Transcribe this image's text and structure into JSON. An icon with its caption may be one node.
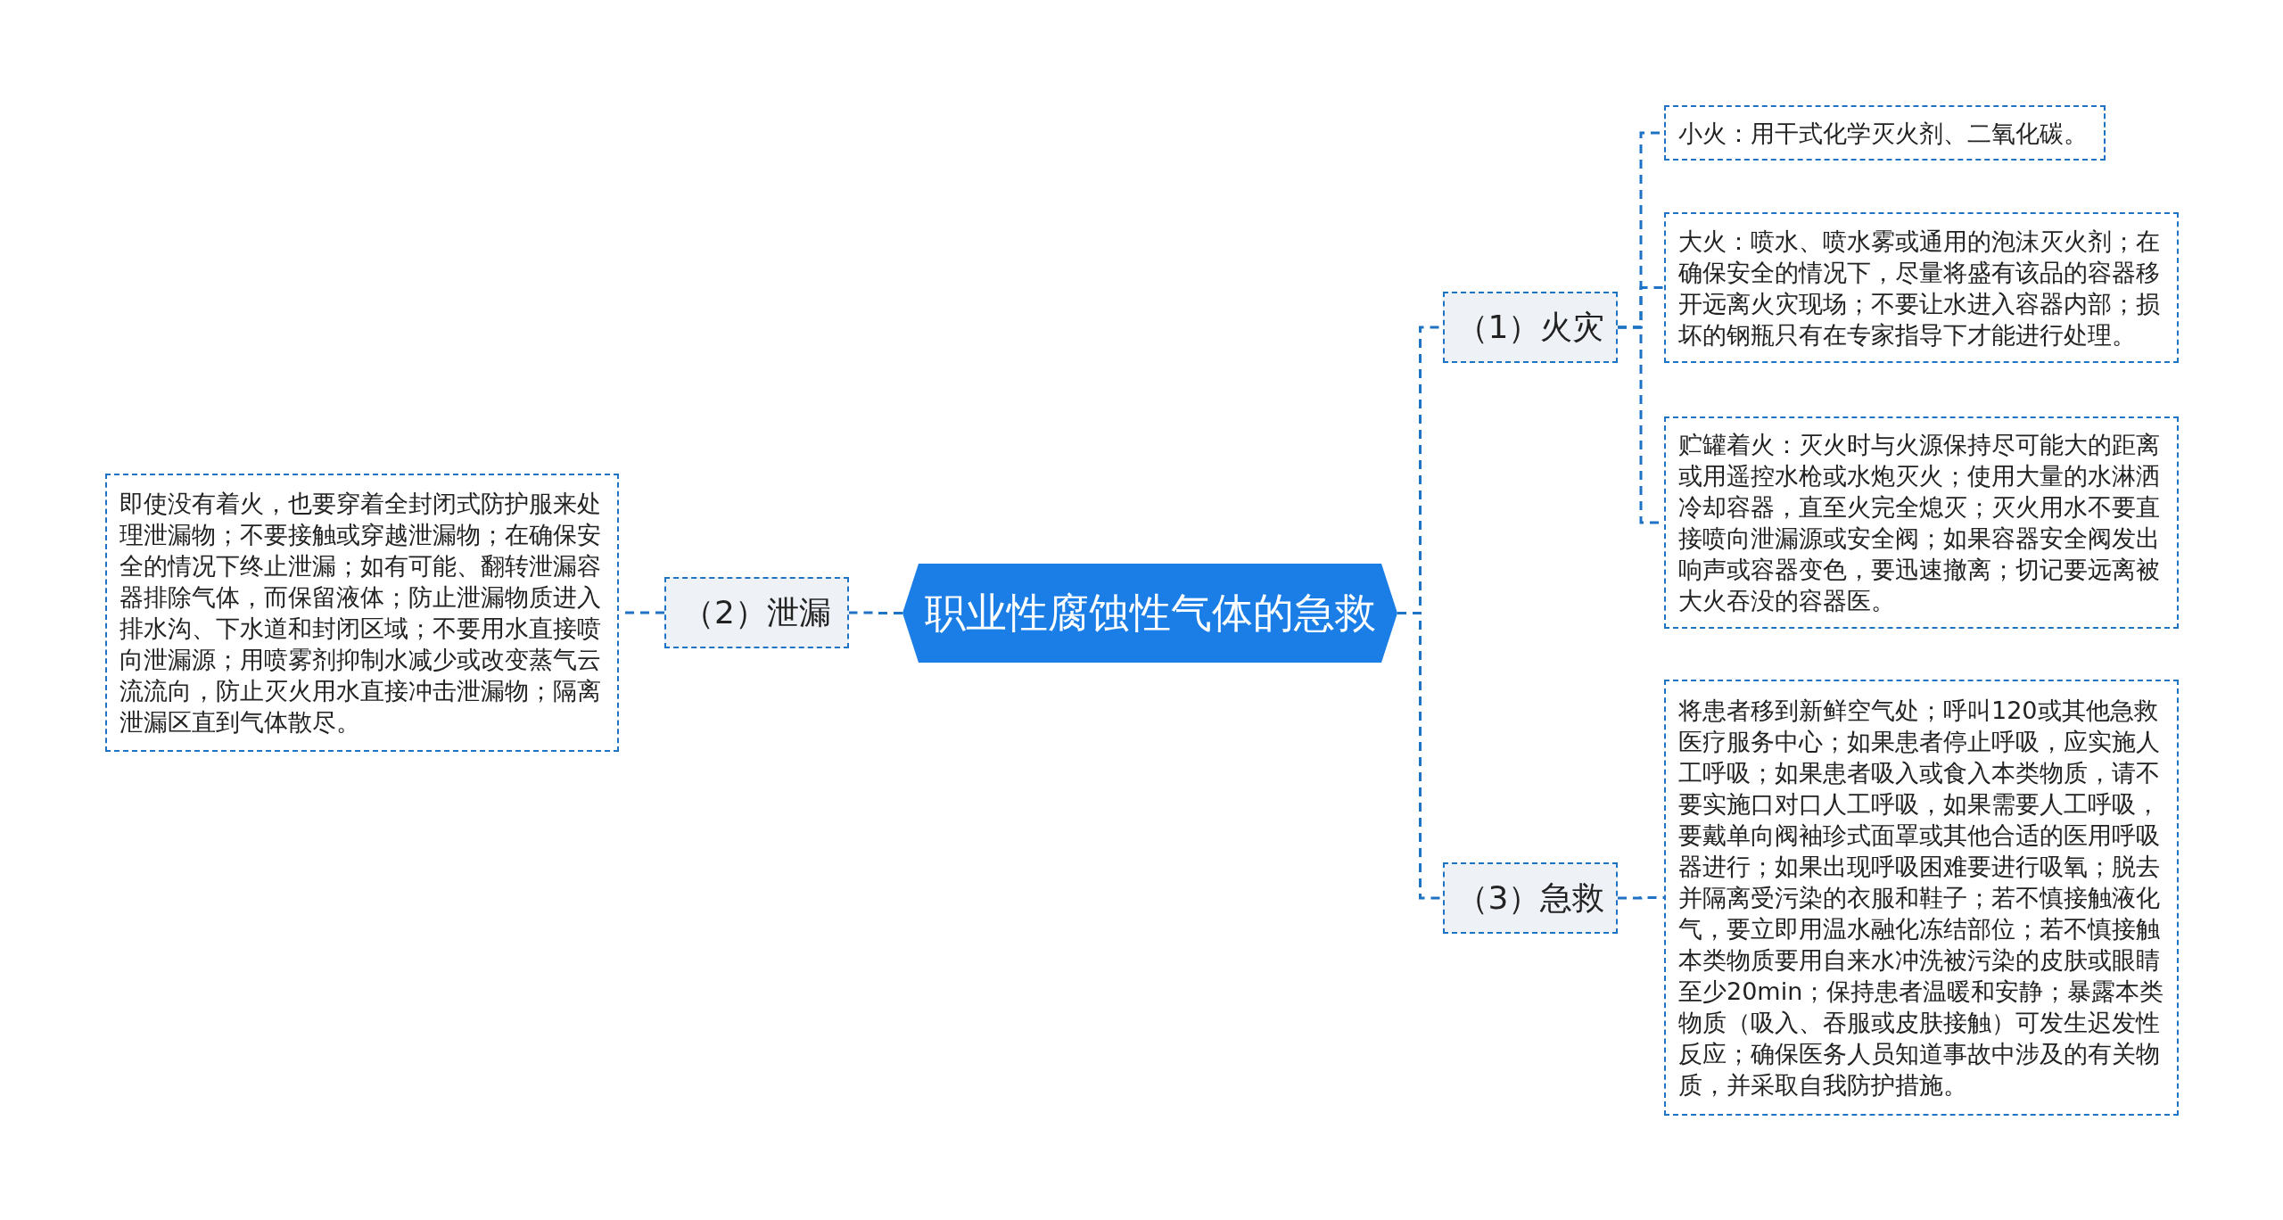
{
  "diagram": {
    "nodes": [
      {
        "text": [
          "职业性腐蚀性气体的急救"
        ]
      },
      {
        "text": [
          "（1）火灾"
        ]
      },
      {
        "text": [
          "小火：用干式化学灭火剂、二氧化碳。"
        ]
      },
      {
        "text": [
          "大火：喷水、喷水雾或通用的泡沫灭火剂；在确保安全的情况下，尽量将盛有该品的容器移开远离火灾现场；不要让水进入容器内部；损坏的钢瓶只有在专家指导下才能进行处理。"
        ]
      },
      {
        "text": [
          "贮罐着火：灭火时与火源保持尽可能大的距离或用遥控水枪或水炮灭火；使用大量的水淋洒冷却容器，直至火完全熄灭；灭火用水不要直接喷向泄漏源或安全阀；如果容器安全阀发出响声或容器变色，要迅速撤离；切记要远离被大火吞没的容器医。"
        ]
      },
      {
        "text": [
          "（2）泄漏"
        ]
      },
      {
        "text": [
          "即使没有着火，也要穿着全封闭式防护服来处理泄漏物；不要接触或穿越泄漏物；在确保安全的情况下终止泄漏；如有可能、翻转泄漏容器排除气体，而保留液体；防止泄漏物质进入排水沟、下水道和封闭区域；不要用水直接喷向泄漏源；用喷雾剂抑制水减少或改变蒸气云流流向，防止灭火用水直接冲击泄漏物；隔离泄漏区直到气体散尽。"
        ]
      },
      {
        "text": [
          "（3）急救"
        ]
      },
      {
        "text": [
          "将患者移到新鲜空气处；呼叫120或其他急救医疗服务中心；如果患者停止呼吸，应实施人工呼吸；如果患者吸入或食入本类物质，请不要实施口对口人工呼吸，如果需要人工呼吸，要戴单向阀袖珍式面罩或其他合适的医用呼吸器进行；如果出现呼吸困难要进行吸氧；脱去并隔离受污染的衣服和鞋子；若不慎接触液化气，要立即用温水融化冻结部位；若不慎接触本类物质要用自来水冲洗被污染的皮肤或眼睛至少20min；保持患者温暖和安静；暴露本类物质（吸入、吞服或皮肤接触）可发生迟发性反应；确保医务人员知道事故中涉及的有关物质，并采取自我防护措施。"
        ]
      }
    ],
    "edges": [
      {
        "from": 0,
        "to": 1,
        "arrow": "none"
      },
      {
        "from": 1,
        "to": 2,
        "arrow": "none"
      },
      {
        "from": 1,
        "to": 3,
        "arrow": "none"
      },
      {
        "from": 1,
        "to": 4,
        "arrow": "none"
      },
      {
        "from": 0,
        "to": 5,
        "arrow": "none"
      },
      {
        "from": 5,
        "to": 6,
        "arrow": "none"
      },
      {
        "from": 0,
        "to": 7,
        "arrow": "none"
      },
      {
        "from": 7,
        "to": 8,
        "arrow": "none"
      }
    ]
  }
}
